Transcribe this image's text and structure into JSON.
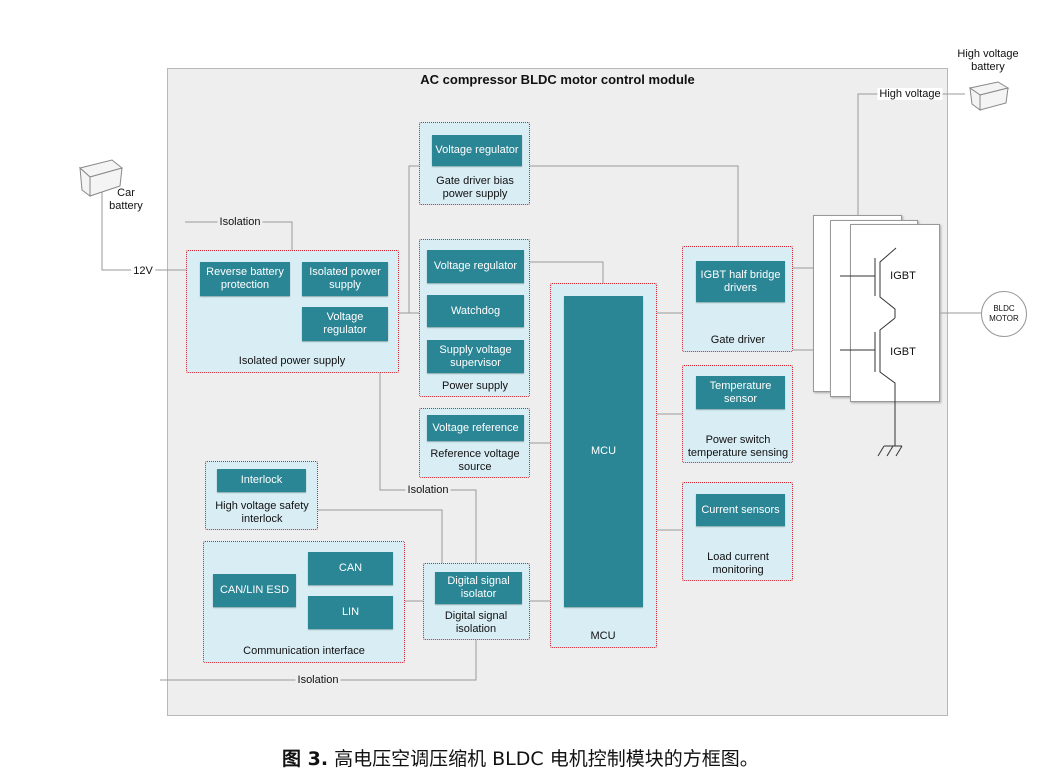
{
  "title": "AC compressor BLDC motor control module",
  "car_battery": {
    "label_line1": "Car",
    "label_line2": "battery",
    "voltage": "12V"
  },
  "high_voltage_battery": {
    "label_line1": "High voltage",
    "label_line2": "battery",
    "line_label": "High voltage"
  },
  "isolation_labels": [
    "Isolation",
    "Isolation",
    "Isolation"
  ],
  "groups": {
    "isolated_power_supply": {
      "label": "Isolated power supply",
      "blocks": [
        "Reverse battery protection",
        "Isolated power supply",
        "Voltage regulator"
      ]
    },
    "gate_driver_bias": {
      "label_line1": "Gate driver bias",
      "label_line2": "power supply",
      "blocks": [
        "Voltage regulator"
      ]
    },
    "power_supply": {
      "label": "Power supply",
      "blocks": [
        "Voltage regulator",
        "Watchdog",
        "Supply voltage supervisor"
      ]
    },
    "reference_voltage": {
      "label_line1": "Reference voltage",
      "label_line2": "source",
      "blocks": [
        "Voltage reference"
      ]
    },
    "mcu": {
      "label": "MCU",
      "blocks": [
        "MCU"
      ]
    },
    "gate_driver": {
      "label": "Gate driver",
      "blocks": [
        "IGBT half bridge drivers"
      ]
    },
    "temperature_sensing": {
      "label_line1": "Power switch",
      "label_line2": "temperature sensing",
      "blocks": [
        "Temperature sensor"
      ]
    },
    "load_current": {
      "label_line1": "Load current",
      "label_line2": "monitoring",
      "blocks": [
        "Current sensors"
      ]
    },
    "hv_interlock": {
      "label_line1": "High voltage safety",
      "label_line2": "interlock",
      "blocks": [
        "Interlock"
      ]
    },
    "communication": {
      "label": "Communication interface",
      "blocks": [
        "CAN/LIN ESD",
        "CAN",
        "LIN"
      ]
    },
    "digital_isolation": {
      "label_line1": "Digital signal",
      "label_line2": "isolation",
      "blocks": [
        "Digital signal isolator"
      ]
    }
  },
  "igbt": {
    "upper": "IGBT",
    "lower": "IGBT"
  },
  "motor": {
    "line1": "BLDC",
    "line2": "MOTOR"
  },
  "caption": {
    "prefix": "图 3.",
    "text": " 高电压空调压缩机 BLDC 电机控制模块的方框图。"
  },
  "colors": {
    "block": "#2a8595",
    "group_fill": "#d9edf5",
    "group_border": "#d9232e",
    "panel": "#eeeeee"
  }
}
